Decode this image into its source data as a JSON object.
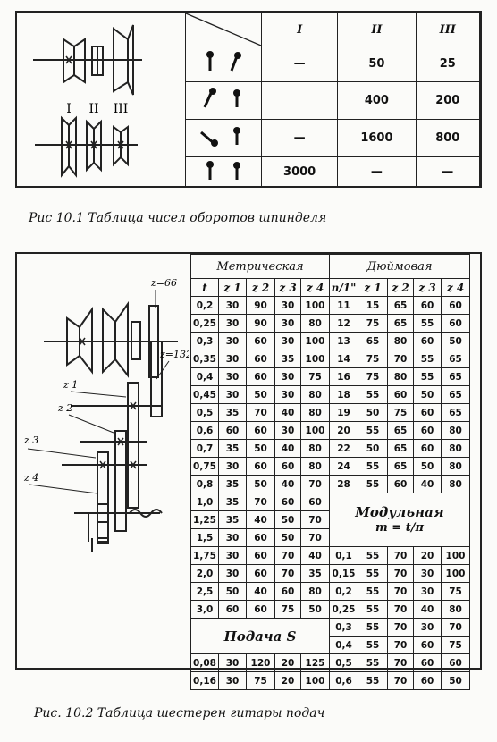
{
  "fig1": {
    "roman_labels": [
      "I",
      "II",
      "III"
    ],
    "header": [
      "",
      "I",
      "II",
      "III"
    ],
    "rows": [
      {
        "cells": [
          "—",
          "50",
          "25"
        ]
      },
      {
        "cells": [
          "",
          "400",
          "200"
        ]
      },
      {
        "cells": [
          "—",
          "1600",
          "800"
        ]
      },
      {
        "cells": [
          "3000",
          "—",
          "—"
        ]
      }
    ],
    "caption": "Рис 10.1  Таблица  чисел оборотов шпинделя"
  },
  "fig2": {
    "gear_labels": [
      "z=66",
      "z=132",
      "z 1",
      "z 2",
      "z 3",
      "z 4"
    ],
    "header_metric": "Метрическая",
    "header_inch": "Дюймовая",
    "col_headers_left": [
      "t",
      "z 1",
      "z 2",
      "z 3",
      "z 4"
    ],
    "col_headers_right": [
      "n/1\"",
      "z 1",
      "z 2",
      "z 3",
      "z 4"
    ],
    "rows_full": [
      [
        [
          "0,2",
          "30",
          "90",
          "30",
          "100"
        ],
        [
          "11",
          "15",
          "65",
          "60",
          "60"
        ]
      ],
      [
        [
          "0,25",
          "30",
          "90",
          "30",
          "80"
        ],
        [
          "12",
          "75",
          "65",
          "55",
          "60"
        ]
      ],
      [
        [
          "0,3",
          "30",
          "60",
          "30",
          "100"
        ],
        [
          "13",
          "65",
          "80",
          "60",
          "50"
        ]
      ],
      [
        [
          "0,35",
          "30",
          "60",
          "35",
          "100"
        ],
        [
          "14",
          "75",
          "70",
          "55",
          "65"
        ]
      ],
      [
        [
          "0,4",
          "30",
          "60",
          "30",
          "75"
        ],
        [
          "16",
          "75",
          "80",
          "55",
          "65"
        ]
      ],
      [
        [
          "0,45",
          "30",
          "50",
          "30",
          "80"
        ],
        [
          "18",
          "55",
          "60",
          "50",
          "65"
        ]
      ],
      [
        [
          "0,5",
          "35",
          "70",
          "40",
          "80"
        ],
        [
          "19",
          "50",
          "75",
          "60",
          "65"
        ]
      ],
      [
        [
          "0,6",
          "60",
          "60",
          "30",
          "100"
        ],
        [
          "20",
          "55",
          "65",
          "60",
          "80"
        ]
      ],
      [
        [
          "0,7",
          "35",
          "50",
          "40",
          "80"
        ],
        [
          "22",
          "50",
          "65",
          "60",
          "80"
        ]
      ],
      [
        [
          "0,75",
          "30",
          "60",
          "60",
          "80"
        ],
        [
          "24",
          "55",
          "65",
          "50",
          "80"
        ]
      ],
      [
        [
          "0,8",
          "35",
          "50",
          "40",
          "70"
        ],
        [
          "28",
          "55",
          "60",
          "40",
          "80"
        ]
      ]
    ],
    "rows_mid": [
      [
        "1,0",
        "35",
        "70",
        "60",
        "60"
      ],
      [
        "1,25",
        "35",
        "40",
        "50",
        "70"
      ],
      [
        "1,5",
        "30",
        "60",
        "50",
        "70"
      ]
    ],
    "modular_label": "Модульная",
    "modular_formula": "m = t/π",
    "rows_low": [
      [
        [
          "1,75",
          "30",
          "60",
          "70",
          "40"
        ],
        [
          "0,1",
          "55",
          "70",
          "20",
          "100"
        ]
      ],
      [
        [
          "2,0",
          "30",
          "60",
          "70",
          "35"
        ],
        [
          "0,15",
          "55",
          "70",
          "30",
          "100"
        ]
      ],
      [
        [
          "2,5",
          "50",
          "40",
          "60",
          "80"
        ],
        [
          "0,2",
          "55",
          "70",
          "30",
          "75"
        ]
      ],
      [
        [
          "3,0",
          "60",
          "60",
          "75",
          "50"
        ],
        [
          "0,25",
          "55",
          "70",
          "40",
          "80"
        ]
      ]
    ],
    "feed_label": "Подача  S",
    "rows_feed_right": [
      [
        "0,3",
        "55",
        "70",
        "30",
        "70"
      ],
      [
        "0,4",
        "55",
        "70",
        "60",
        "75"
      ]
    ],
    "rows_feed": [
      [
        [
          "0,08",
          "30",
          "120",
          "20",
          "125"
        ],
        [
          "0,5",
          "55",
          "70",
          "60",
          "60"
        ]
      ],
      [
        [
          "0,16",
          "30",
          "75",
          "20",
          "100"
        ],
        [
          "0,6",
          "55",
          "70",
          "60",
          "50"
        ]
      ]
    ],
    "caption": "Рис.  10.2   Таблица  шестерен  гитары подач"
  }
}
